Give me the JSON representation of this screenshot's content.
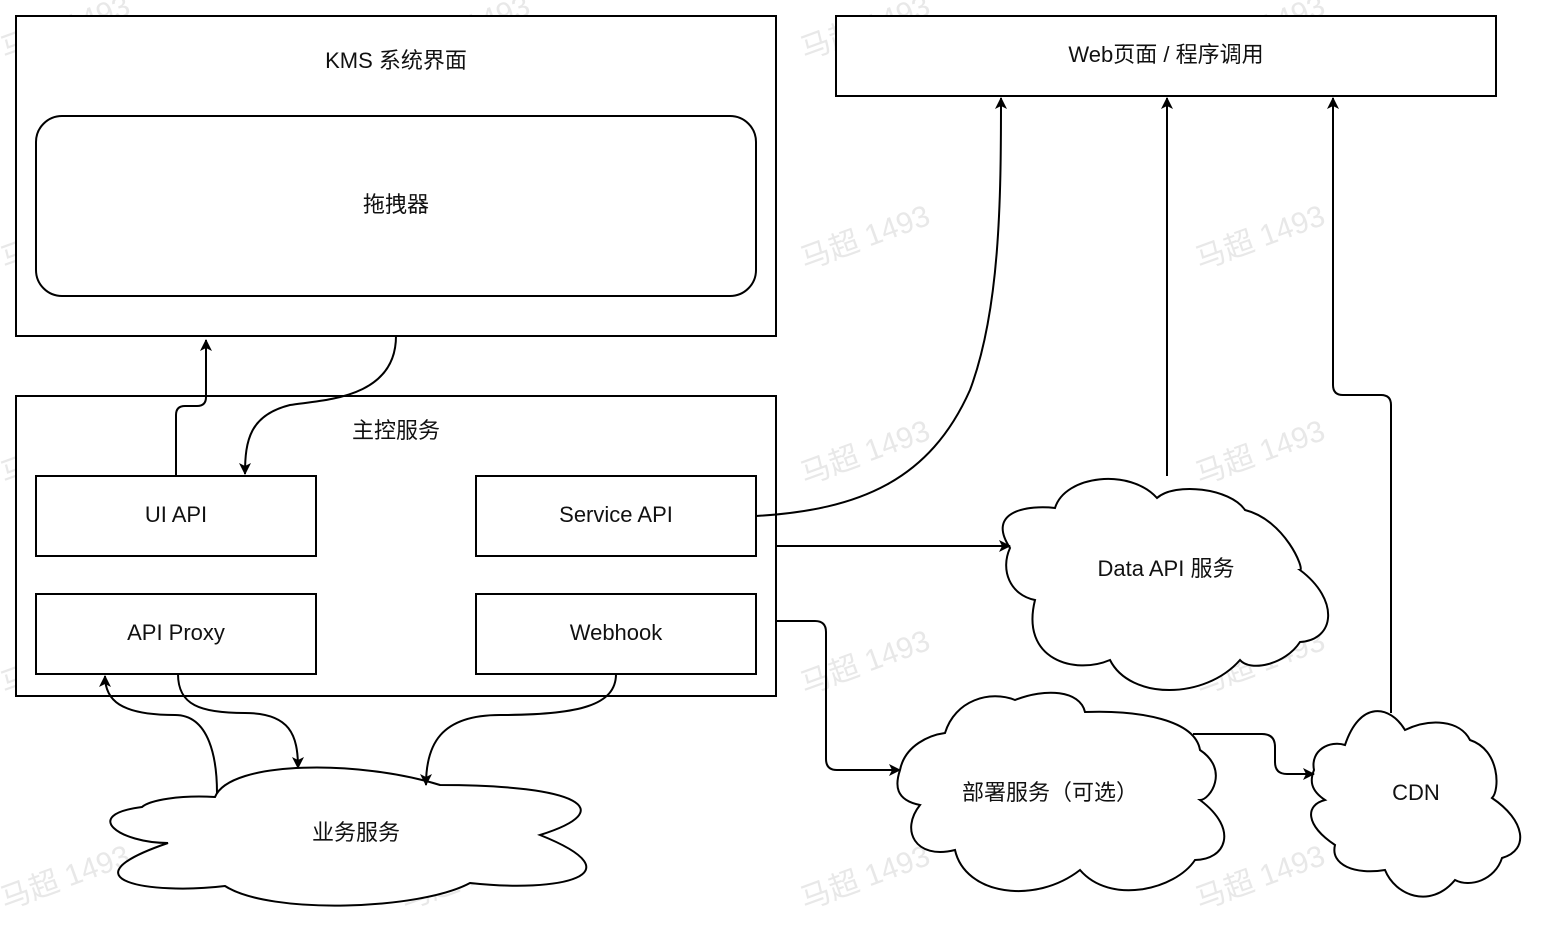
{
  "diagram": {
    "watermark": "马超 1493",
    "nodes": {
      "kms_ui": "KMS 系统界面",
      "dragger": "拖拽器",
      "web_client": "Web页面 / 程序调用",
      "master_service": "主控服务",
      "ui_api": "UI API",
      "service_api": "Service API",
      "api_proxy": "API Proxy",
      "webhook": "Webhook",
      "data_api_service": "Data API 服务",
      "business_service": "业务服务",
      "deploy_service": "部署服务（可选）",
      "cdn": "CDN"
    },
    "edges": [
      {
        "from": "ui_api",
        "to": "kms_ui"
      },
      {
        "from": "kms_ui",
        "to": "ui_api"
      },
      {
        "from": "service_api",
        "to": "web_client"
      },
      {
        "from": "master_service",
        "to": "data_api_service"
      },
      {
        "from": "data_api_service",
        "to": "web_client"
      },
      {
        "from": "master_service",
        "to": "deploy_service"
      },
      {
        "from": "deploy_service",
        "to": "cdn"
      },
      {
        "from": "cdn",
        "to": "web_client"
      },
      {
        "from": "business_service",
        "to": "api_proxy"
      },
      {
        "from": "api_proxy",
        "to": "business_service"
      },
      {
        "from": "webhook",
        "to": "business_service"
      }
    ]
  }
}
